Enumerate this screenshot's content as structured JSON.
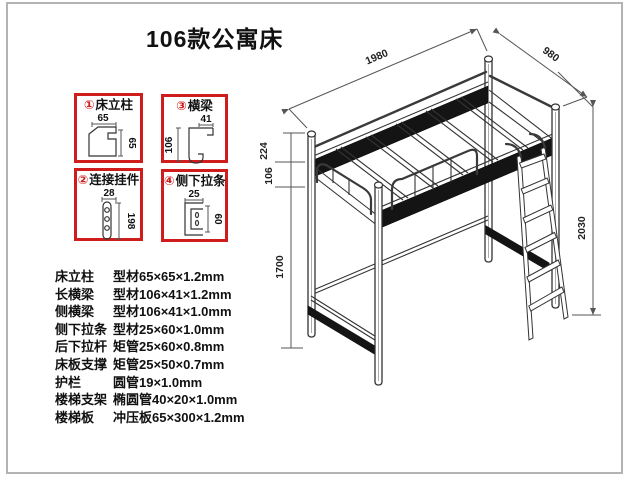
{
  "title": "106款公寓床",
  "details": [
    {
      "id": "①",
      "label": "床立柱",
      "dim_top": "65",
      "dim_side": "65"
    },
    {
      "id": "③",
      "label": "横梁",
      "dim_top": "41",
      "dim_side": "106"
    },
    {
      "id": "②",
      "label": "连接挂件",
      "dim_top": "28",
      "dim_side": "198"
    },
    {
      "id": "④",
      "label": "侧下拉条",
      "dim_top": "25",
      "dim_side": "60"
    }
  ],
  "specs": [
    {
      "part": "床立柱",
      "spec": "型材65×65×1.2mm"
    },
    {
      "part": "长横梁",
      "spec": "型材106×41×1.2mm"
    },
    {
      "part": "侧横梁",
      "spec": "型材106×41×1.0mm"
    },
    {
      "part": "侧下拉条",
      "spec": "型材25×60×1.0mm"
    },
    {
      "part": "后下拉杆",
      "spec": "矩管25×60×0.8mm"
    },
    {
      "part": "床板支撑",
      "spec": "矩管25×50×0.7mm"
    },
    {
      "part": "护栏",
      "spec": "圆管19×1.0mm"
    },
    {
      "part": "楼梯支架",
      "spec": "椭圆管40×20×1.0mm"
    },
    {
      "part": "楼梯板",
      "spec": "冲压板65×300×1.2mm"
    }
  ],
  "drawing_dims": {
    "length": "1980",
    "depth": "980",
    "rail_height": "224",
    "beam_height": "106",
    "under_clearance": "1700",
    "total_height": "2030"
  },
  "colors": {
    "accent_red": "#cf1d1d",
    "line": "#333333",
    "dark_fill": "#141414",
    "border_gray": "#b3b3b3"
  }
}
